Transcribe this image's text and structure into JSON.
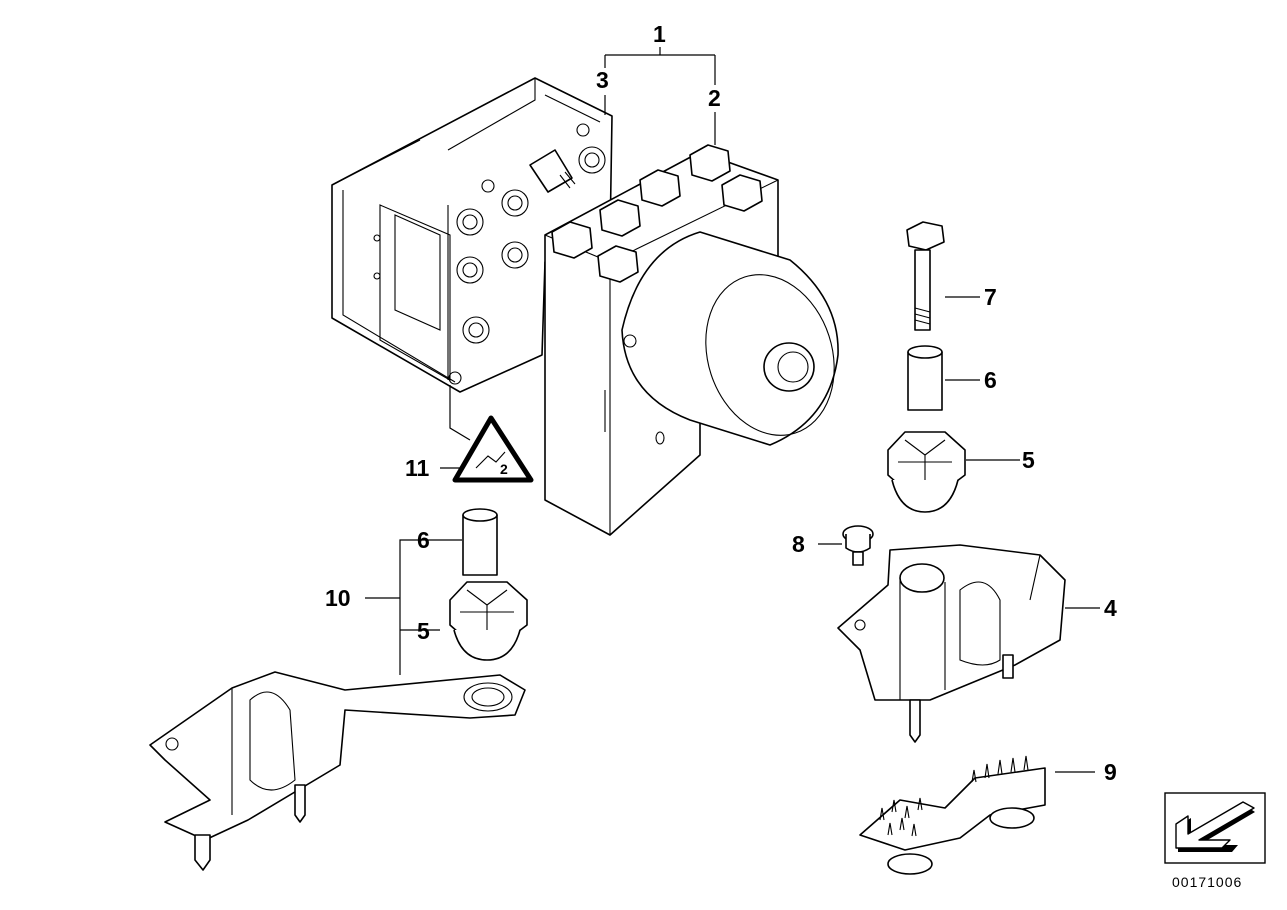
{
  "diagram_code": "00171006",
  "callouts": {
    "c1": "1",
    "c2": "2",
    "c3": "3",
    "c4": "4",
    "c5a": "5",
    "c5b": "5",
    "c6a": "6",
    "c6b": "6",
    "c7": "7",
    "c8": "8",
    "c9": "9",
    "c10": "10",
    "c11": "11"
  },
  "icons": {
    "nav_arrow": "arrow-down-left-icon",
    "warning_label": "warning-triangle-icon"
  }
}
